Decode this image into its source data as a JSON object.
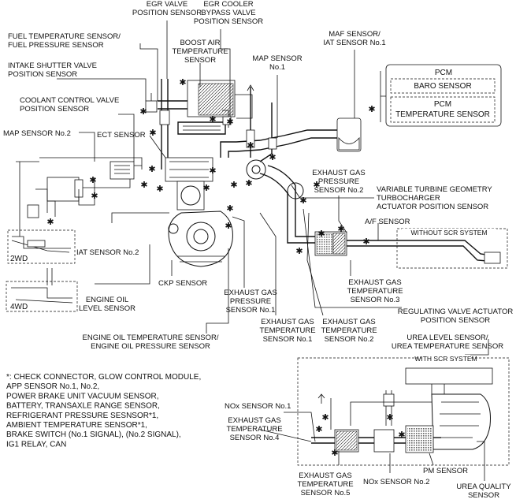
{
  "labels": {
    "egr_valve": [
      "EGR VALVE",
      "POSITION SENSOR"
    ],
    "egr_cooler": [
      "EGR COOLER",
      "BYPASS VALVE",
      "POSITION SENSOR"
    ],
    "fuel_temp": [
      "FUEL TEMPERATURE SENSOR/",
      "FUEL PRESSURE SENSOR"
    ],
    "boost_air": [
      "BOOST AIR",
      "TEMPERATURE",
      "SENSOR"
    ],
    "maf": [
      "MAF SENSOR/",
      "IAT SENSOR No.1"
    ],
    "intake_shutter": [
      "INTAKE SHUTTER VALVE",
      "POSITION SENSOR"
    ],
    "map1": [
      "MAP SENSOR",
      "No.1"
    ],
    "pcm": "PCM",
    "baro": "BARO SENSOR",
    "pcm_temp": [
      "PCM",
      "TEMPERATURE SENSOR"
    ],
    "coolant_valve": [
      "COOLANT CONTROL VALVE",
      "POSITION SENSOR"
    ],
    "map2": "MAP SENSOR No.2",
    "ect": "ECT SENSOR",
    "exh_pressure2": [
      "EXHAUST GAS",
      "PRESSURE",
      "SENSOR No.2"
    ],
    "vtg": [
      "VARIABLE TURBINE GEOMETRY",
      "TURBOCHARGER",
      "ACTUATOR POSITION SENSOR"
    ],
    "af": "A/F SENSOR",
    "without_scr": "WITHOUT SCR SYSTEM",
    "two_wd": "2WD",
    "iat2": "IAT SENSOR No.2",
    "four_wd": "4WD",
    "ckp": "CKP SENSOR",
    "oil_level": [
      "ENGINE OIL",
      "LEVEL SENSOR"
    ],
    "exh_pressure1": [
      "EXHAUST GAS",
      "PRESSURE",
      "SENSOR No.1"
    ],
    "exh_temp3": [
      "EXHAUST GAS",
      "TEMPERATURE",
      "SENSOR No.3"
    ],
    "exh_temp1": [
      "EXHAUST GAS",
      "TEMPERATURE",
      "SENSOR No.1"
    ],
    "exh_temp2": [
      "EXHAUST GAS",
      "TEMPERATURE",
      "SENSOR No.2"
    ],
    "reg_valve": [
      "REGULATING VALVE ACTUATOR",
      "POSITION SENSOR"
    ],
    "oil_temp": [
      "ENGINE OIL TEMPERATURE SENSOR/",
      "ENGINE OIL PRESSURE SENSOR"
    ],
    "urea_level": [
      "UREA LEVEL SENSOR/",
      "UREA TEMPERATURE SENSOR"
    ],
    "with_scr": "WITH SCR SYSTEM",
    "nox1": "NOx SENSOR No.1",
    "exh_temp4": [
      "EXHAUST GAS",
      "TEMPERATURE",
      "SENSOR No.4"
    ],
    "pm": "PM SENSOR",
    "nox2": "NOx SENSOR No.2",
    "exh_temp5": [
      "EXHAUST GAS",
      "TEMPERATURE",
      "SENSOR No.5"
    ],
    "urea_quality": [
      "UREA QUALITY",
      "SENSOR"
    ]
  },
  "note": [
    "*: CHECK CONNECTOR, GLOW CONTROL MODULE,",
    "APP SENSOR No.1, No.2,",
    "POWER BRAKE UNIT VACUUM SENSOR,",
    "BATTERY, TRANSAXLE RANGE SENSOR,",
    "REFRIGERANT PRESSURE SESNSOR*1,",
    "AMBIENT TEMPERATURE SENSOR*1,",
    "BRAKE SWITCH (No.1 SIGNAL), (No.2 SIGNAL),",
    "IG1 RELAY, CAN"
  ],
  "marker": "✱"
}
